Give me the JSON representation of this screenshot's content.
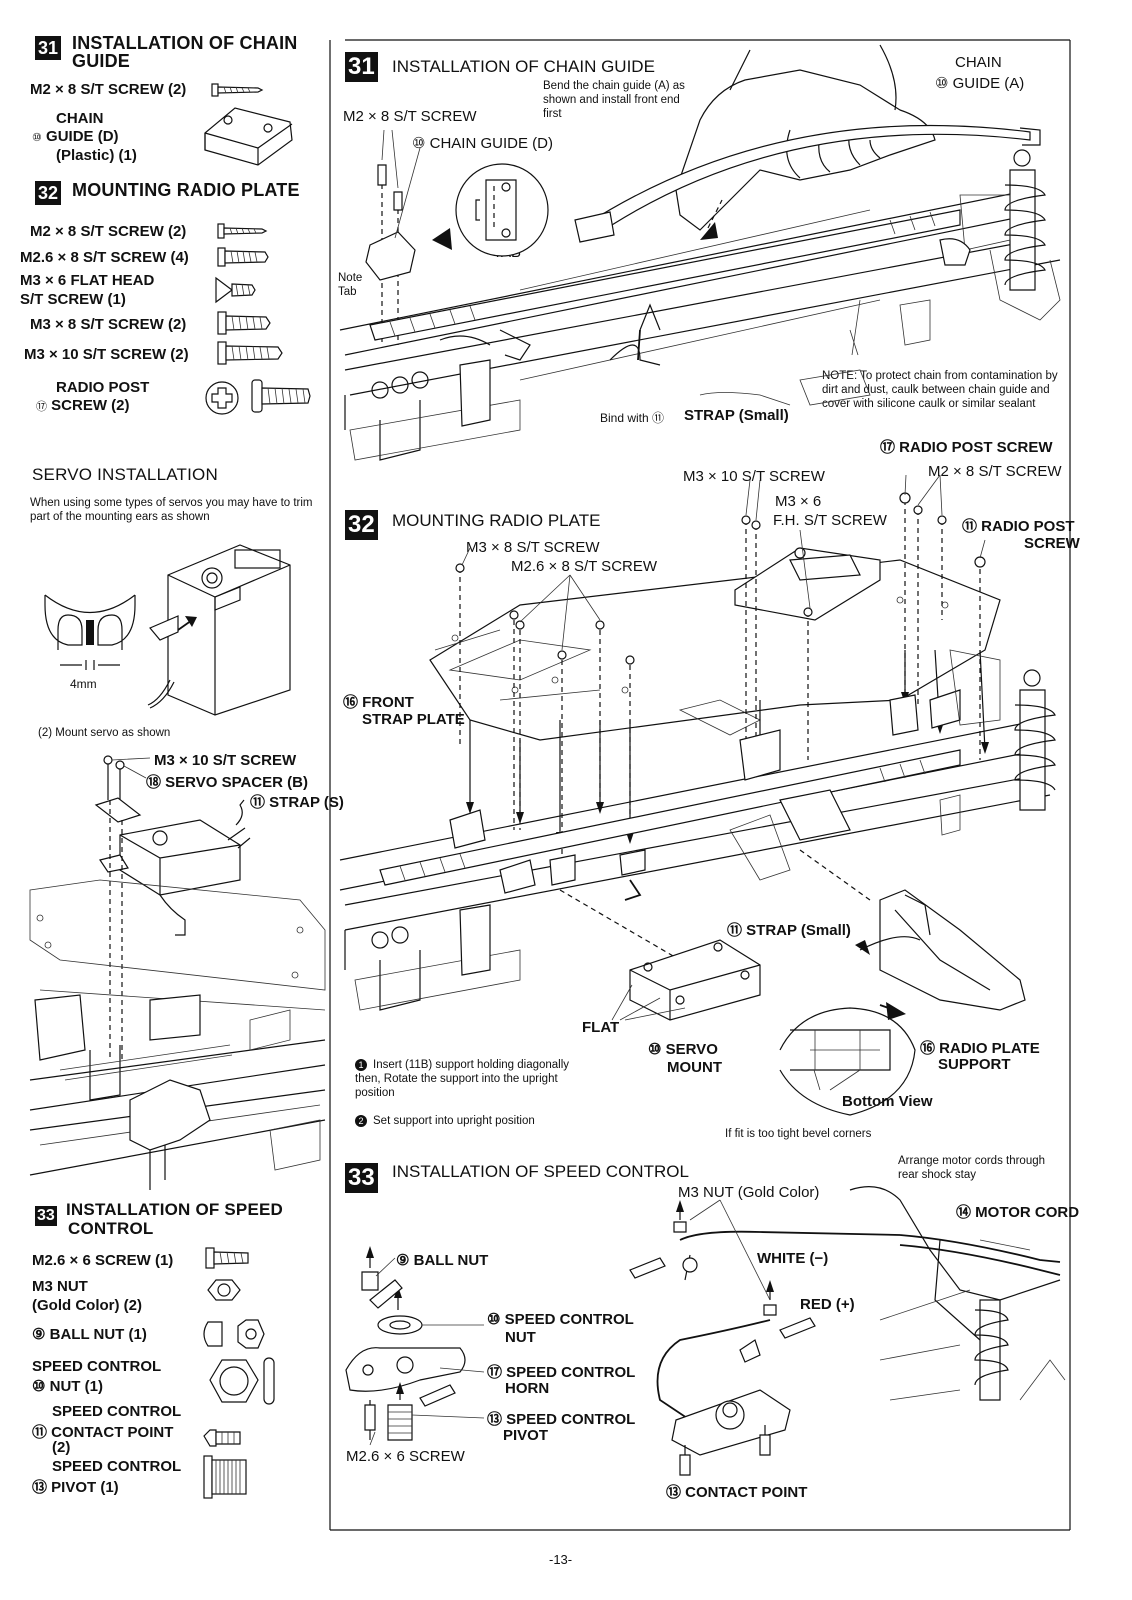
{
  "left": {
    "s31": {
      "num": "31",
      "title_line1": "INSTALLATION OF CHAIN",
      "title_line2": "GUIDE",
      "parts": [
        {
          "label": "M2 × 8 S/T SCREW (2)"
        },
        {
          "label_mark": "⑩",
          "label": "CHAIN",
          "label2": "GUIDE (D)",
          "label3": "(Plastic) (1)"
        }
      ]
    },
    "s32": {
      "num": "32",
      "title": "MOUNTING RADIO PLATE",
      "parts": [
        "M2 × 8 S/T SCREW (2)",
        "M2.6 × 8 S/T SCREW (4)",
        "M3 × 6 FLAT HEAD",
        "S/T SCREW (1)",
        "M3 × 8 S/T SCREW (2)",
        "M3 × 10 S/T SCREW (2)",
        "RADIO POST",
        "SCREW (2)"
      ],
      "radio_post_mark": "⑰"
    },
    "servo": {
      "title": "SERVO INSTALLATION",
      "note": "When using some types of servos you may have to trim part of the mounting ears as shown",
      "dim": "4mm",
      "step2": "(2)  Mount servo as shown",
      "lbl_screw": "M3 × 10 S/T SCREW",
      "lbl_spacer": "⑱ SERVO SPACER (B)",
      "lbl_strap": "⑪ STRAP (S)"
    },
    "s33": {
      "num": "33",
      "title_line1": "INSTALLATION OF SPEED",
      "title_line2": "CONTROL",
      "parts": [
        "M2.6 × 6 SCREW (1)",
        "M3 NUT",
        "(Gold Color) (2)",
        "⑨ BALL NUT (1)",
        "SPEED CONTROL",
        "⑩ NUT (1)",
        "SPEED CONTROL",
        "⑪ CONTACT POINT",
        "(2)",
        "SPEED CONTROL",
        "⑬ PIVOT (1)"
      ]
    }
  },
  "right": {
    "s31": {
      "num": "31",
      "title": "INSTALLATION OF CHAIN GUIDE",
      "instr": "Bend the chain guide (A) as shown and install front end first",
      "lbl_screw": "M2 × 8 S/T SCREW",
      "lbl_guide_d": "⑩ CHAIN GUIDE (D)",
      "lbl_guide_a1": "CHAIN",
      "lbl_guide_a2": "⑩ GUIDE (A)",
      "lbl_tab": "TAB",
      "lbl_note_tab1": "Note",
      "lbl_note_tab2": "Tab",
      "lbl_bind": "Bind with ⑪",
      "lbl_strap": "STRAP (Small)",
      "note": "NOTE: To protect chain from contamination by dirt and dust, caulk between chain guide and cover with silicone caulk or similar sealant"
    },
    "s32": {
      "num": "32",
      "title": "MOUNTING RADIO PLATE",
      "lbl_radio_post_top": "⑰ RADIO POST SCREW",
      "lbl_m2x8": "M2 × 8 S/T SCREW",
      "lbl_m3x10": "M3 × 10 S/T SCREW",
      "lbl_m3x6a": "M3 × 6",
      "lbl_m3x6b": "F.H. S/T SCREW",
      "lbl_radio_post_r1": "⑪ RADIO POST",
      "lbl_radio_post_r2": "SCREW",
      "lbl_m3x8": "M3 × 8 S/T SCREW",
      "lbl_m26x8": "M2.6 × 8 S/T SCREW",
      "lbl_front1": "⑯ FRONT",
      "lbl_front2": "STRAP PLATE",
      "lbl_strap_small": "⑪ STRAP (Small)",
      "lbl_flat": "FLAT",
      "lbl_servo_mount1": "⑩ SERVO",
      "lbl_servo_mount2": "MOUNT",
      "lbl_radio_support1": "⑯ RADIO PLATE",
      "lbl_radio_support2": "SUPPORT",
      "lbl_bottom": "Bottom View",
      "step1": "Insert (11B) support holding diagonally then, Rotate the support into the upright position",
      "step2": "Set support into upright position",
      "fit": "If fit is too tight bevel corners"
    },
    "s33": {
      "num": "33",
      "title": "INSTALLATION OF SPEED CONTROL",
      "arrange": "Arrange motor cords through rear shock stay",
      "lbl_m3nut": "M3 NUT (Gold Color)",
      "lbl_motor": "⑭ MOTOR CORD",
      "lbl_ball": "⑨ BALL NUT",
      "lbl_white": "WHITE (−)",
      "lbl_red": "RED (+)",
      "lbl_sc_nut1": "⑩ SPEED CONTROL",
      "lbl_sc_nut2": "NUT",
      "lbl_sc_horn1": "⑰ SPEED CONTROL",
      "lbl_sc_horn2": "HORN",
      "lbl_sc_pivot1": "⑬ SPEED CONTROL",
      "lbl_sc_pivot2": "PIVOT",
      "lbl_m26x6": "M2.6 × 6 SCREW",
      "lbl_contact": "⑬ CONTACT POINT"
    }
  },
  "page_number": "-13-"
}
